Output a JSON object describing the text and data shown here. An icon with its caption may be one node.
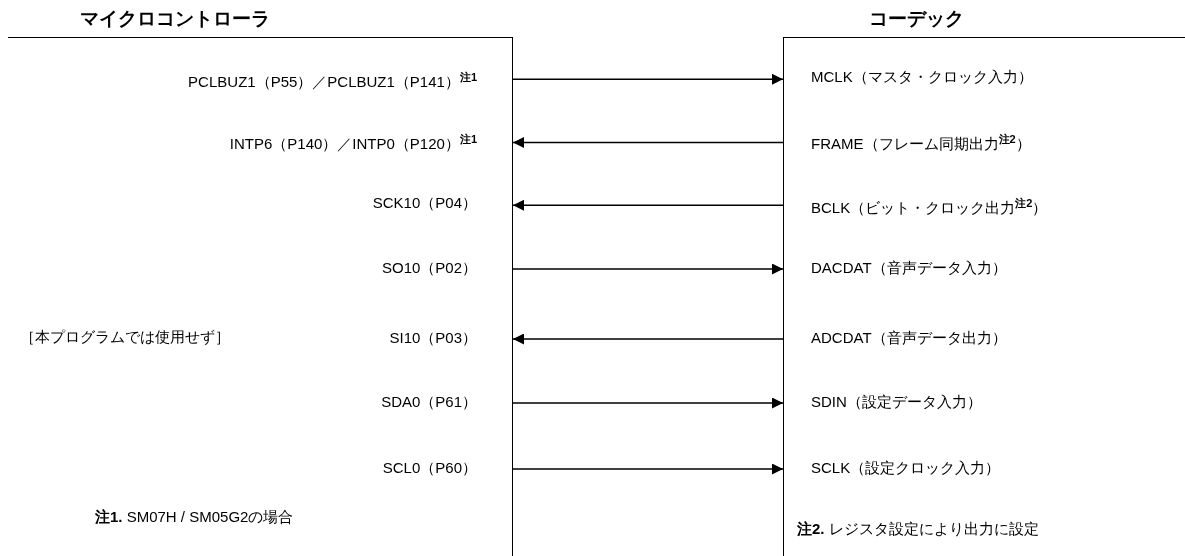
{
  "diagram": {
    "nodes": [
      {
        "text": [
          "マイクロコントローラ"
        ]
      },
      {
        "text": [
          "PCLBUZ1（P55）／PCLBUZ1（P141）$^{注1}$"
        ],
        "in": 0
      },
      {
        "text": [
          "INTP6（P140）／INTP0（P120）$^{注1}$"
        ],
        "in": 0
      },
      {
        "text": [
          "SCK10（P04）"
        ],
        "in": 0
      },
      {
        "text": [
          "SO10（P02）"
        ],
        "in": 0
      },
      {
        "text": [
          "SI10（P03）"
        ],
        "in": 0
      },
      {
        "text": [
          "SDA0（P61）"
        ],
        "in": 0
      },
      {
        "text": [
          "SCL0（P60）"
        ],
        "in": 0
      },
      {
        "text": [
          "コーデック"
        ]
      },
      {
        "text": [
          "MCLK（マスタ・クロック入力）"
        ],
        "in": 8
      },
      {
        "text": [
          "FRAME（フレーム同期出力$^{注2}$）"
        ],
        "in": 8
      },
      {
        "text": [
          "BCLK（ビット・クロック出力$^{注2}$）"
        ],
        "in": 8
      },
      {
        "text": [
          "DACDAT（音声データ入力）"
        ],
        "in": 8
      },
      {
        "text": [
          "ADCDAT（音声データ出力）"
        ],
        "in": 8
      },
      {
        "text": [
          "SDIN（設定データ入力）"
        ],
        "in": 8
      },
      {
        "text": [
          "SCLK（設定クロック入力）"
        ],
        "in": 8
      }
    ],
    "edges": [
      {
        "from": 1,
        "to": 9,
        "arrow": "to"
      },
      {
        "from": 10,
        "to": 2,
        "arrow": "to"
      },
      {
        "from": 11,
        "to": 3,
        "arrow": "to"
      },
      {
        "from": 4,
        "to": 12,
        "arrow": "to"
      },
      {
        "from": 13,
        "to": 5,
        "arrow": "to"
      },
      {
        "from": 6,
        "to": 14,
        "arrow": "to"
      },
      {
        "from": 7,
        "to": 15,
        "arrow": "to"
      }
    ],
    "labels": [
      "［本プログラムでは使用せず］",
      "**注1.** SM07H / SM05G2の場合",
      "**注2.** レジスタ設定により出力に設定"
    ]
  }
}
